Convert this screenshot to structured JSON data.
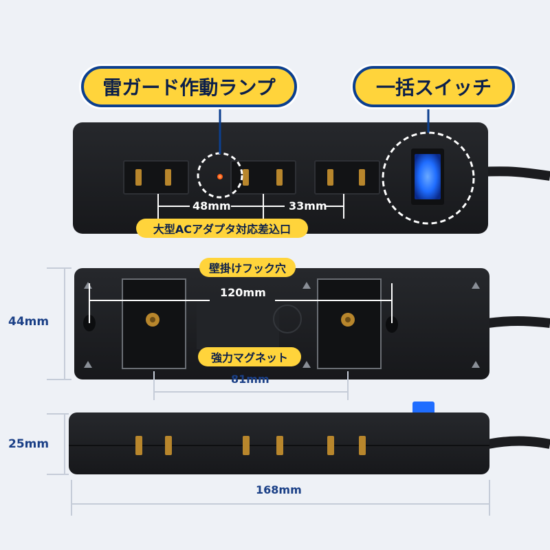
{
  "labels": {
    "lightning_guard_lamp": "雷ガード作動ランプ",
    "master_switch": "一括スイッチ",
    "large_adapter": "大型ACアダプタ対応差込口",
    "wall_hook_holes": "壁掛けフック穴",
    "strong_magnet": "強力マグネット"
  },
  "dimensions": {
    "gap_left": "48mm",
    "gap_right": "33mm",
    "hook_span": "120mm",
    "magnet_span": "81mm",
    "width_44": "44mm",
    "height_25": "25mm",
    "length_168": "168mm"
  },
  "colors": {
    "background": "#eef1f6",
    "callout_fill": "#ffd43b",
    "callout_border": "#0c3f8e",
    "dimension_text": "#1a3f86",
    "device_body": "#1c1d20",
    "switch_glow": "#1f6dff",
    "lamp": "#ff6a1a"
  }
}
